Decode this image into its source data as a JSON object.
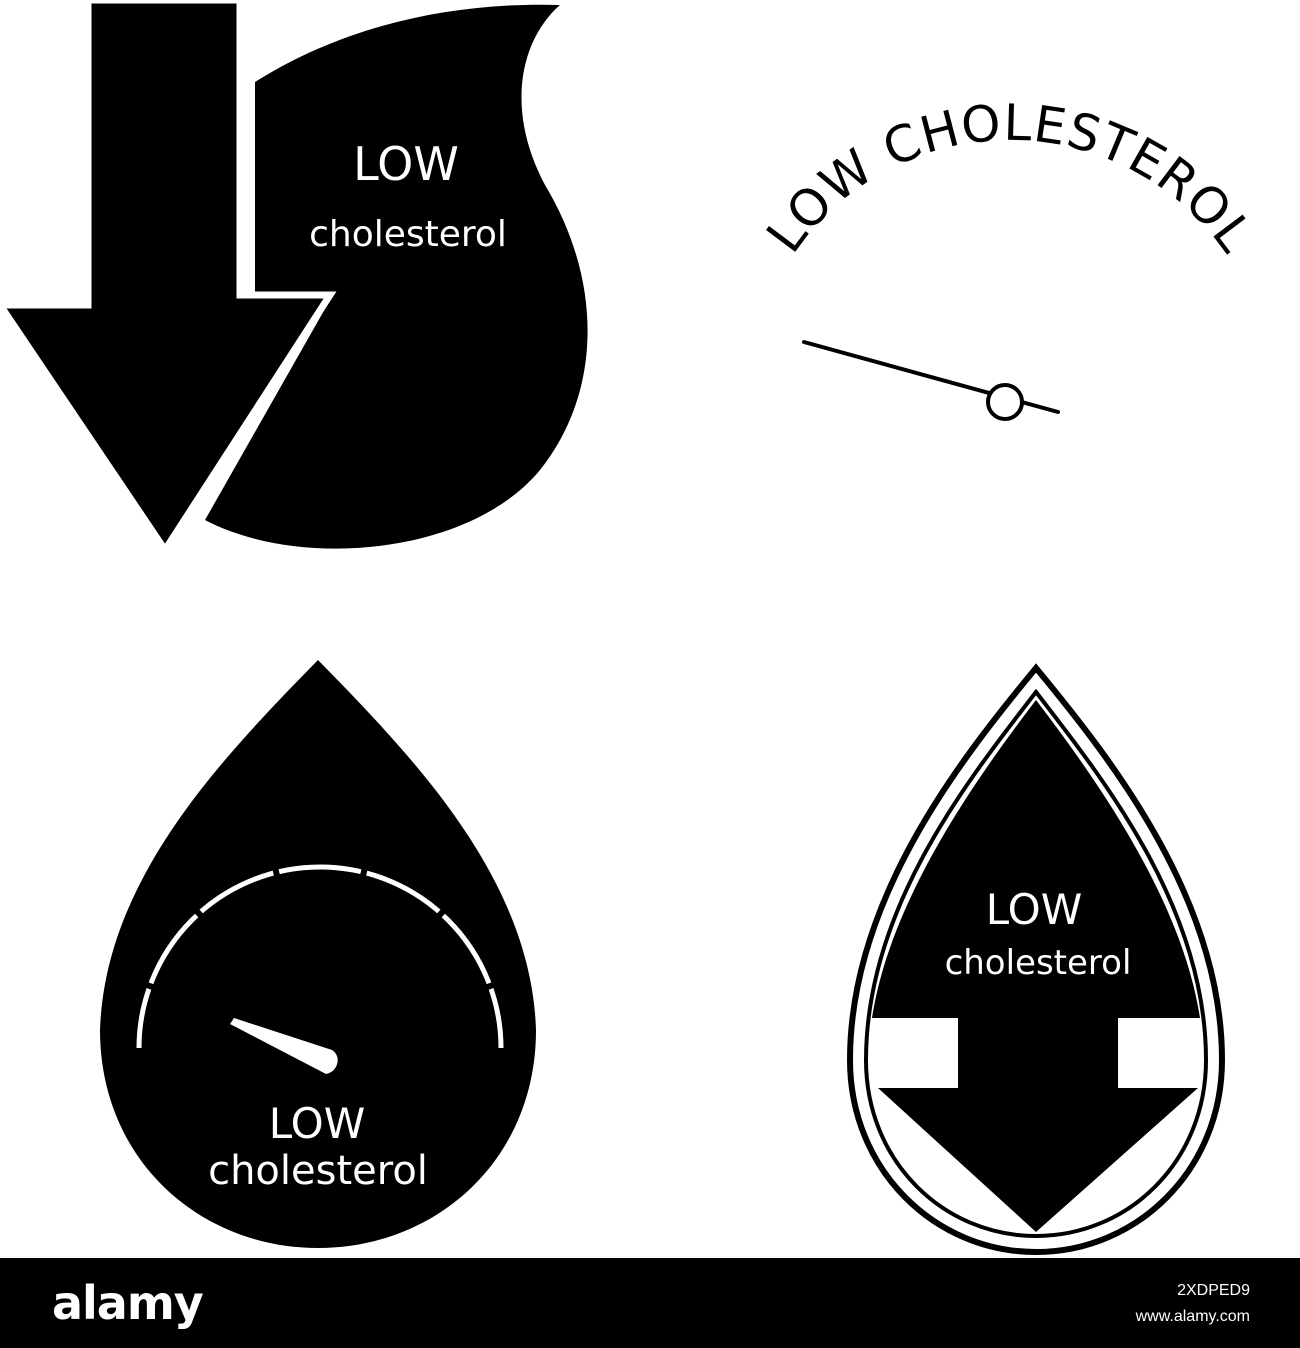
{
  "icon1": {
    "name": "arrow-leaf-icon",
    "line1": "LOW",
    "line2": "cholesterol"
  },
  "icon2": {
    "name": "gauge-needle-icon",
    "arc_text": "LOW CHOLESTEROL"
  },
  "icon3": {
    "name": "drop-gauge-icon",
    "line1": "LOW",
    "line2": "cholesterol"
  },
  "icon4": {
    "name": "drop-arrow-icon",
    "line1": "LOW",
    "line2": "cholesterol"
  },
  "footer": {
    "logo": "alamy",
    "image_id": "2XDPED9",
    "site": "www.alamy.com"
  },
  "colors": {
    "ink": "#000000",
    "paper": "#ffffff"
  }
}
